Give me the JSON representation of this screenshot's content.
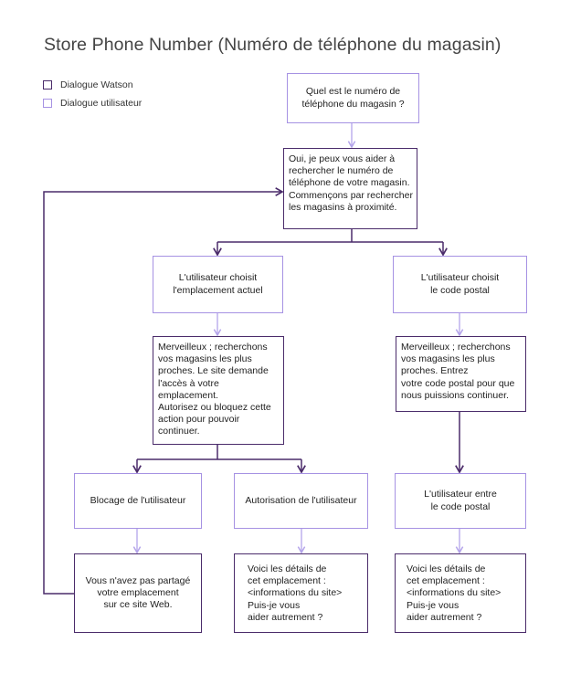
{
  "title": "Store Phone Number (Numéro de téléphone du magasin)",
  "legend": {
    "watson": "Dialogue Watson",
    "user": "Dialogue utilisateur"
  },
  "nodes": {
    "q_number": "Quel est le numéro de\ntéléphone du magasin ?",
    "watson_intro": "Oui, je peux vous aider à\nrechercher le numéro de\ntéléphone de votre magasin.\nCommençons par rechercher\nles magasins à proximité.",
    "user_current": "L'utilisateur choisit\nl'emplacement actuel",
    "user_postal": "L'utilisateur choisit\nle code postal",
    "watson_location": "Merveilleux ; recherchons\nvos magasins les plus\nproches. Le site demande\nl'accès à votre emplacement.\nAutorisez ou bloquez cette\naction pour pouvoir continuer.",
    "watson_postal": "Merveilleux ; recherchons\nvos magasins les plus\nproches. Entrez\nvotre code postal pour que\nnous puissions continuer.",
    "user_block": "Blocage de l'utilisateur",
    "user_allow": "Autorisation de l'utilisateur",
    "user_enters_postal": "L'utilisateur entre\nle code postal",
    "watson_not_shared": "Vous n'avez pas partagé\nvotre emplacement\nsur ce site Web.",
    "watson_details_1": "Voici les détails de\ncet emplacement :\n<informations du site>\nPuis-je vous\naider autrement ?",
    "watson_details_2": "Voici les détails de\ncet emplacement :\n<informations du site>\nPuis-je vous\naider autrement ?"
  },
  "colors": {
    "watson_border": "#4a2b6a",
    "user_border": "#a692e3",
    "user_arrow": "#b3a3ea",
    "watson_arrow": "#4a2b6a"
  }
}
